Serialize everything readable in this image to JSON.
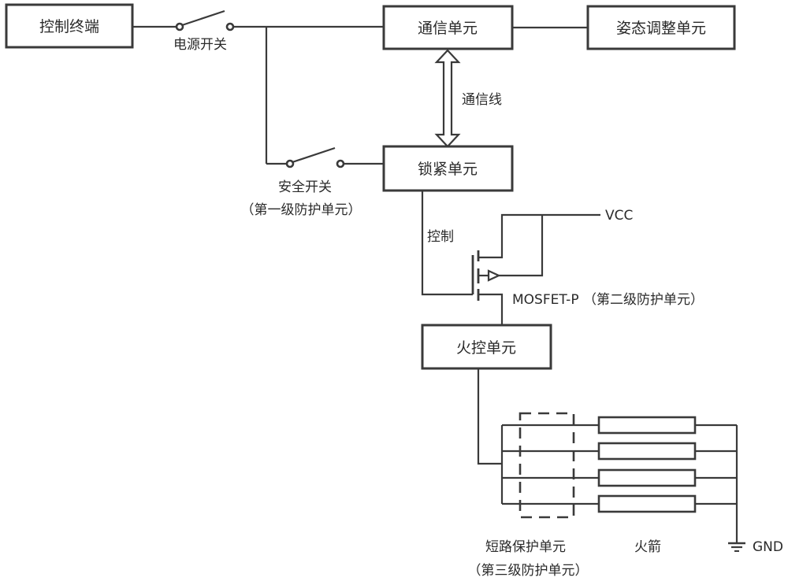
{
  "diagram": {
    "blocks": {
      "control_terminal": "控制终端",
      "comm_unit": "通信单元",
      "attitude_unit": "姿态调整单元",
      "lock_unit": "锁紧单元",
      "fire_control_unit": "火控单元"
    },
    "labels": {
      "power_switch": "电源开关",
      "comm_line": "通信线",
      "safety_switch": "安全开关",
      "first_protection": "（第一级防护单元）",
      "control": "控制",
      "vcc": "VCC",
      "mosfet": "MOSFET-P （第二级防护单元）",
      "short_circuit_protection": "短路保护单元",
      "third_protection": "（第三级防护单元）",
      "rocket": "火箭",
      "gnd": "GND"
    },
    "rocket_count": 4
  }
}
